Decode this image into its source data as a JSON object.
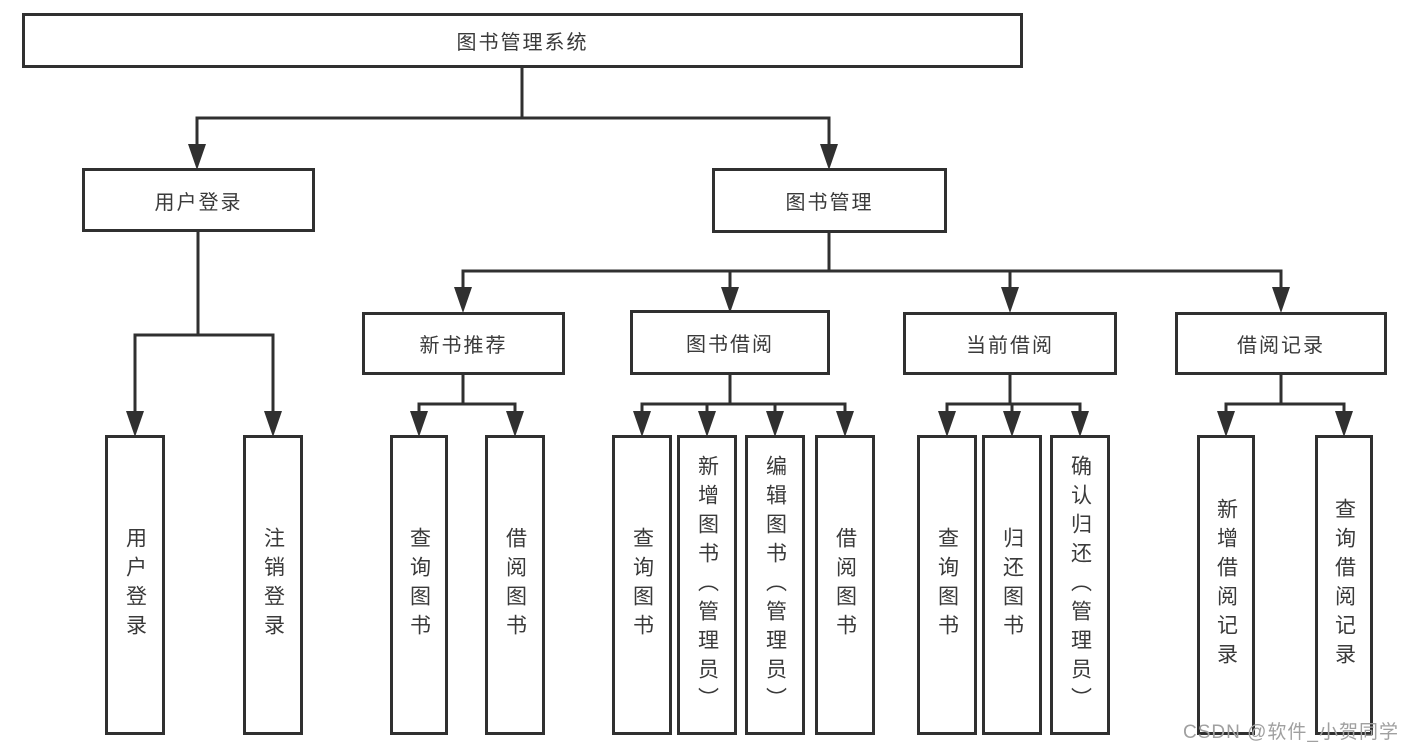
{
  "diagram": {
    "root": {
      "label": "图书管理系统"
    },
    "branches": {
      "user_login": {
        "label": "用户登录",
        "children": [
          {
            "label": "用户登录"
          },
          {
            "label": "注销登录"
          }
        ]
      },
      "book_management": {
        "label": "图书管理",
        "children": [
          {
            "label": "新书推荐",
            "children": [
              {
                "label": "查询图书"
              },
              {
                "label": "借阅图书"
              }
            ]
          },
          {
            "label": "图书借阅",
            "children": [
              {
                "label": "查询图书"
              },
              {
                "label": "新增图书（管理员）"
              },
              {
                "label": "编辑图书（管理员）"
              },
              {
                "label": "借阅图书"
              }
            ]
          },
          {
            "label": "当前借阅",
            "children": [
              {
                "label": "查询图书"
              },
              {
                "label": "归还图书"
              },
              {
                "label": "确认归还（管理员）"
              }
            ]
          },
          {
            "label": "借阅记录",
            "children": [
              {
                "label": "新增借阅记录"
              },
              {
                "label": "查询借阅记录"
              }
            ]
          }
        ]
      }
    },
    "watermark": "CSDN @软件_小贺同学"
  },
  "colors": {
    "line": "#303030",
    "text": "#3a3a3a",
    "watermark": "#a0a0a0",
    "background": "#ffffff"
  }
}
